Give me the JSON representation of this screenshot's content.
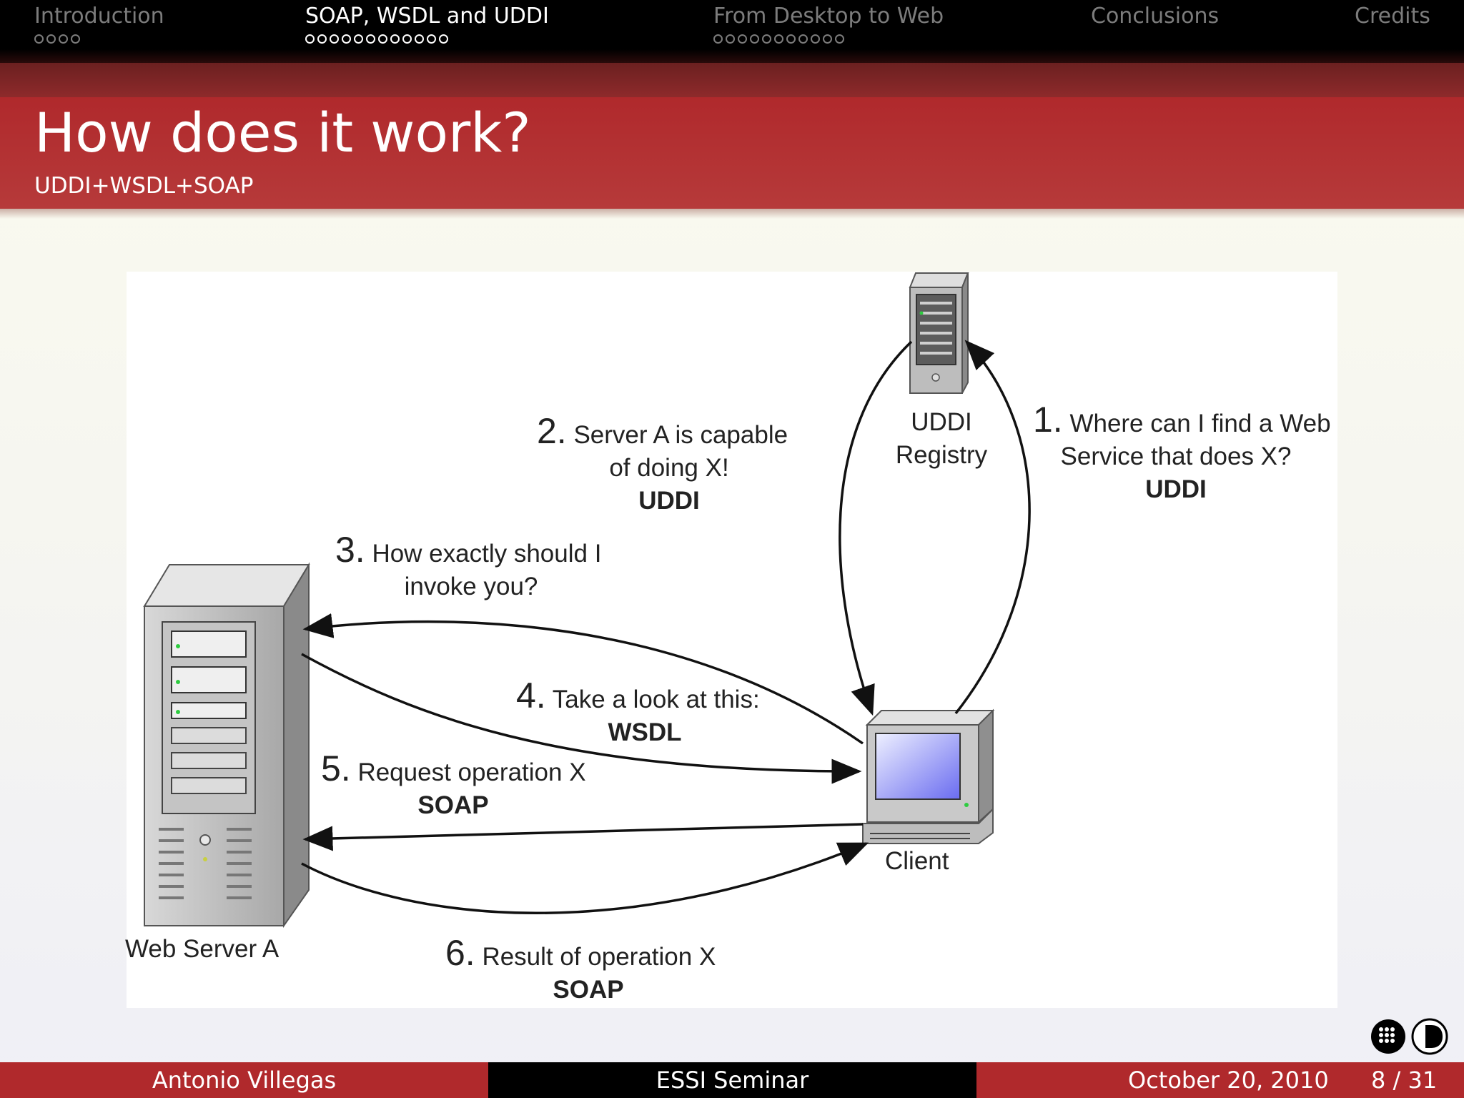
{
  "nav": {
    "sections": [
      {
        "label": "Introduction",
        "dots": 4,
        "active": false
      },
      {
        "label": "SOAP, WSDL and UDDI",
        "dots": 12,
        "active": true
      },
      {
        "label": "From Desktop to Web",
        "dots": 11,
        "active": false
      },
      {
        "label": "Conclusions",
        "dots": 0,
        "active": false
      },
      {
        "label": "Credits",
        "dots": 0,
        "active": false
      }
    ]
  },
  "slide": {
    "title": "How does it work?",
    "subtitle": "UDDI+WSDL+SOAP"
  },
  "diagram": {
    "nodes": {
      "registry": {
        "line1": "UDDI",
        "line2": "Registry"
      },
      "server": "Web Server A",
      "client": "Client"
    },
    "steps": [
      {
        "num": "1.",
        "line1": "Where can I find a Web",
        "line2": "Service that does X?",
        "tag": "UDDI"
      },
      {
        "num": "2.",
        "line1": "Server A is capable",
        "line2": "of doing X!",
        "tag": "UDDI"
      },
      {
        "num": "3.",
        "line1": "How exactly should I",
        "line2": "invoke you?",
        "tag": ""
      },
      {
        "num": "4.",
        "line1": "Take a look at this:",
        "line2": "",
        "tag": "WSDL"
      },
      {
        "num": "5.",
        "line1": "Request operation X",
        "line2": "",
        "tag": "SOAP"
      },
      {
        "num": "6.",
        "line1": "Result of operation X",
        "line2": "",
        "tag": "SOAP"
      }
    ]
  },
  "footer": {
    "author": "Antonio Villegas",
    "event": "ESSI Seminar",
    "date": "October 20, 2010",
    "page": "8 / 31"
  },
  "colors": {
    "accent": "#b0292c",
    "dark": "#000000"
  }
}
